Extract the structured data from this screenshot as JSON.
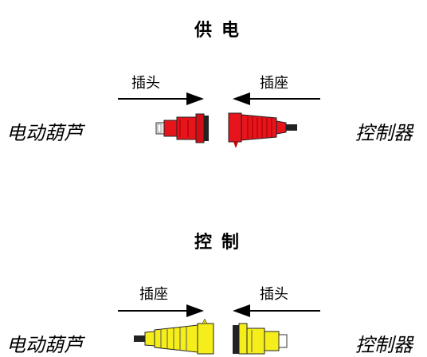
{
  "sections": [
    {
      "title": "供电",
      "left_label": "插头",
      "right_label": "插座",
      "left_side": "电动葫芦",
      "right_side": "控制器",
      "plug_color": "#e8141c"
    },
    {
      "title": "控制",
      "left_label": "插座",
      "right_label": "插头",
      "left_side": "电动葫芦",
      "right_side": "控制器",
      "plug_color": "#f5ee1a"
    }
  ],
  "icons": [
    "arrow-right-icon",
    "arrow-left-icon",
    "connector-plug-icon",
    "connector-socket-icon"
  ]
}
